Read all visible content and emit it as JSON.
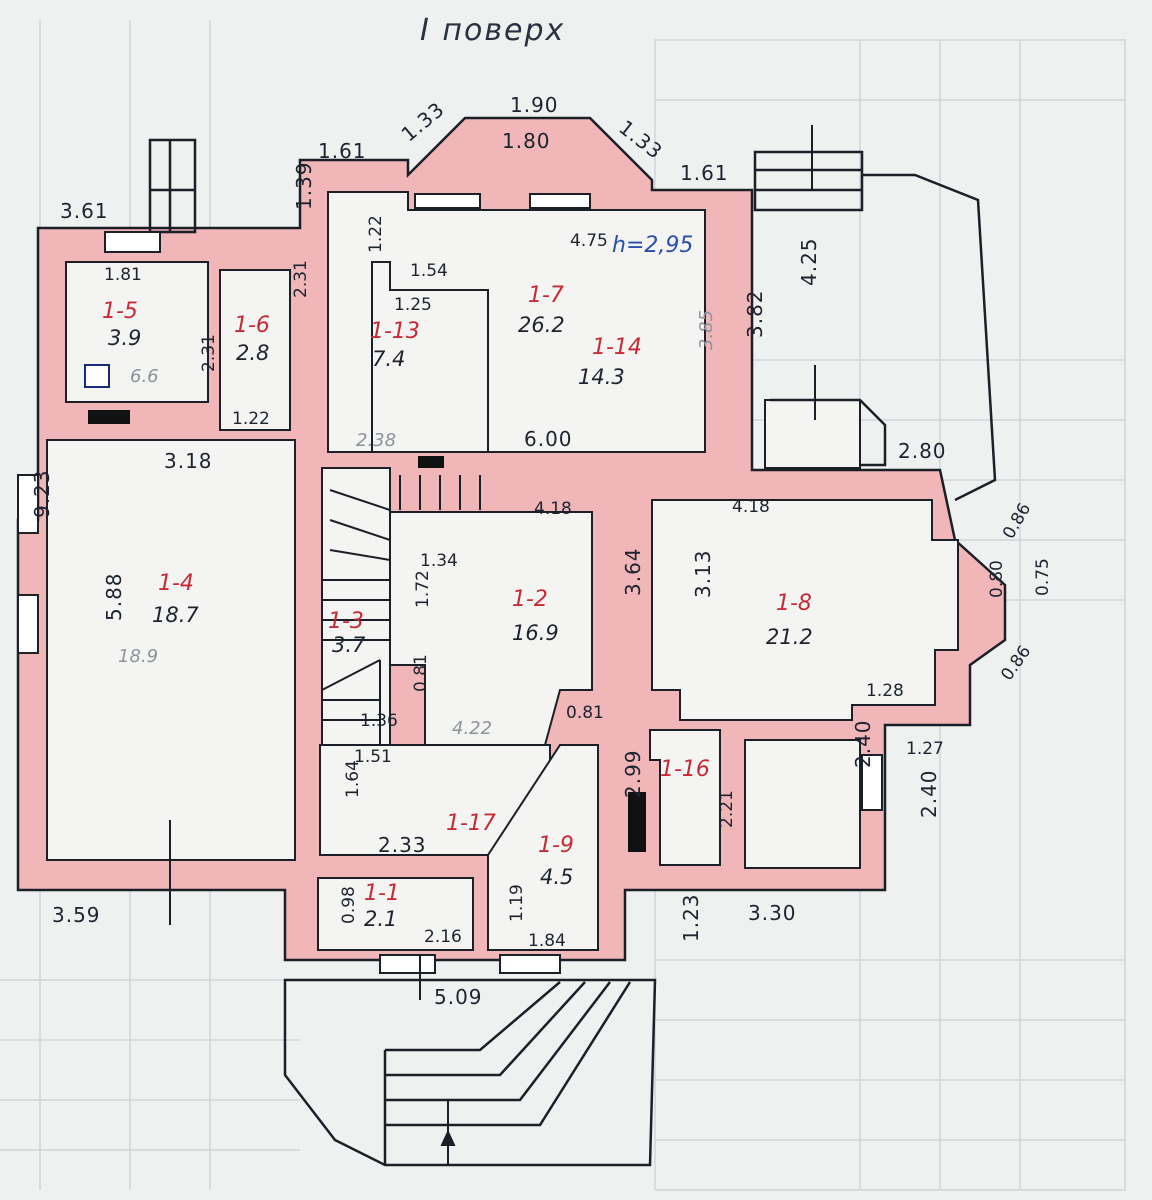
{
  "plan": {
    "title": "I поверх",
    "ceiling_height": "h=2,95",
    "colors": {
      "wall": "#f0b6b8",
      "line": "#1b1f27",
      "room_id": "#c62b35",
      "paper": "#eef1ef"
    }
  },
  "rooms": [
    {
      "id": "1-1",
      "area": "2.1"
    },
    {
      "id": "1-2",
      "area": "16.9"
    },
    {
      "id": "1-3",
      "area": "3.7"
    },
    {
      "id": "1-4",
      "area": "18.7"
    },
    {
      "id": "1-5",
      "area": "3.9"
    },
    {
      "id": "1-6",
      "area": "2.8"
    },
    {
      "id": "1-7",
      "area": "26.2"
    },
    {
      "id": "1-8",
      "area": "21.2"
    },
    {
      "id": "1-9",
      "area": "4.5"
    },
    {
      "id": "1-13",
      "area": "7.4"
    },
    {
      "id": "1-14",
      "area": "14.3"
    },
    {
      "id": "1-16",
      "area": ""
    },
    {
      "id": "1-17",
      "area": ""
    }
  ],
  "old_annotations": {
    "area_1_4_old": "18.9",
    "area_1_5_old": "6.6"
  },
  "dimensions": [
    "3.61",
    "1.61",
    "1.33",
    "1.90",
    "1.80",
    "1.33",
    "1.61",
    "1.39",
    "1.81",
    "2.31",
    "2.31",
    "1.22",
    "1.22",
    "1.54",
    "1.25",
    "4.75",
    "3.82",
    "3.85",
    "4.25",
    "3.18",
    "2.38",
    "6.00",
    "2.80",
    "9.23",
    "5.88",
    "4.18",
    "4.18",
    "1.34",
    "1.72",
    "3.64",
    "3.13",
    "0.86",
    "0.80",
    "0.75",
    "0.86",
    "1.28",
    "1.27",
    "0.81",
    "4.22",
    "1.36",
    "0.81",
    "1.51",
    "1.64",
    "2.33",
    "2.99",
    "2.21",
    "2.40",
    "2.40",
    "3.59",
    "0.98",
    "2.16",
    "1.19",
    "1.84",
    "1.23",
    "3.30",
    "5.09"
  ]
}
